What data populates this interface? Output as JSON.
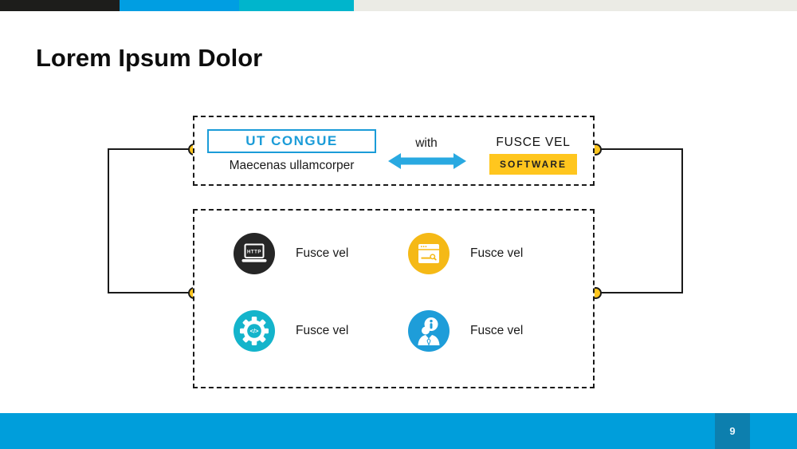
{
  "slide": {
    "title": "Lorem Ipsum Dolor",
    "page_number": "9"
  },
  "top_box": {
    "primary_label": "UT CONGUE",
    "primary_sublabel": "Maecenas ullamcorper",
    "connector_word": "with",
    "arrow_icon": "double-headed-arrow-icon",
    "secondary_label": "FUSCE VEL",
    "secondary_highlight": "SOFTWARE"
  },
  "features": [
    {
      "icon": "laptop-http-icon",
      "label": "Fusce vel",
      "color": "#262626"
    },
    {
      "icon": "browser-search-icon",
      "label": "Fusce vel",
      "color": "#F5B916"
    },
    {
      "icon": "gear-code-icon",
      "label": "Fusce vel",
      "color": "#14B4CB"
    },
    {
      "icon": "person-info-icon",
      "label": "Fusce vel",
      "color": "#1E9DD9"
    }
  ],
  "colors": {
    "topbar_black": "#1D1D1B",
    "topbar_blue": "#009EE2",
    "topbar_cyan": "#00B5CC",
    "topbar_gray": "#EBEBE5",
    "accent_blue": "#1B9CD8",
    "arrow_blue": "#29A9E1",
    "accent_yellow": "#FFC61E",
    "footer_blue": "#009EDB",
    "footer_page_bg": "#0D7FAE"
  }
}
